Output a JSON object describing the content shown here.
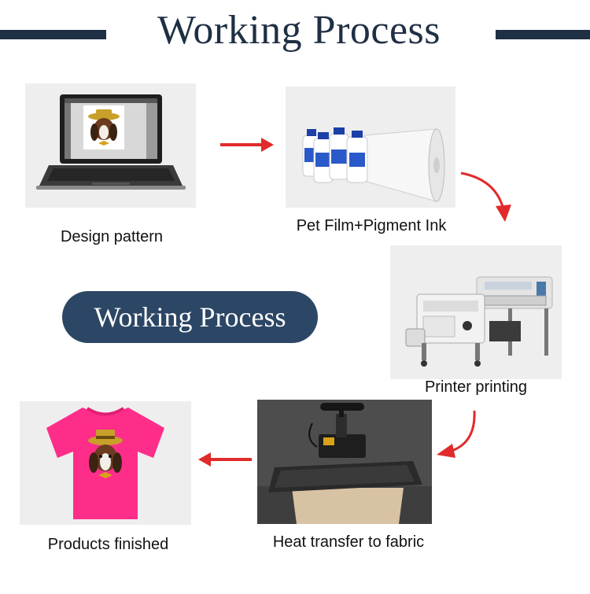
{
  "header": {
    "title": "Working Process"
  },
  "center_badge": {
    "label": "Working Process"
  },
  "steps": [
    {
      "label": "Design pattern"
    },
    {
      "label": "Pet Film+Pigment Ink"
    },
    {
      "label": "Printer printing"
    },
    {
      "label": "Heat transfer to fabric"
    },
    {
      "label": "Products finished"
    }
  ],
  "colors": {
    "navy": "#1f2f44",
    "pill": "#2c4765",
    "arrow": "#e12a2a",
    "panel": "#eeeeee",
    "shirt": "#ff2d8a"
  },
  "icons": {
    "step1": "laptop-with-dog-design-icon",
    "step2": "ink-bottles-and-film-roll-icon",
    "step3": "dtf-printer-icon",
    "step4": "heat-press-machine-icon",
    "step5": "pink-tshirt-with-dog-print-icon"
  }
}
